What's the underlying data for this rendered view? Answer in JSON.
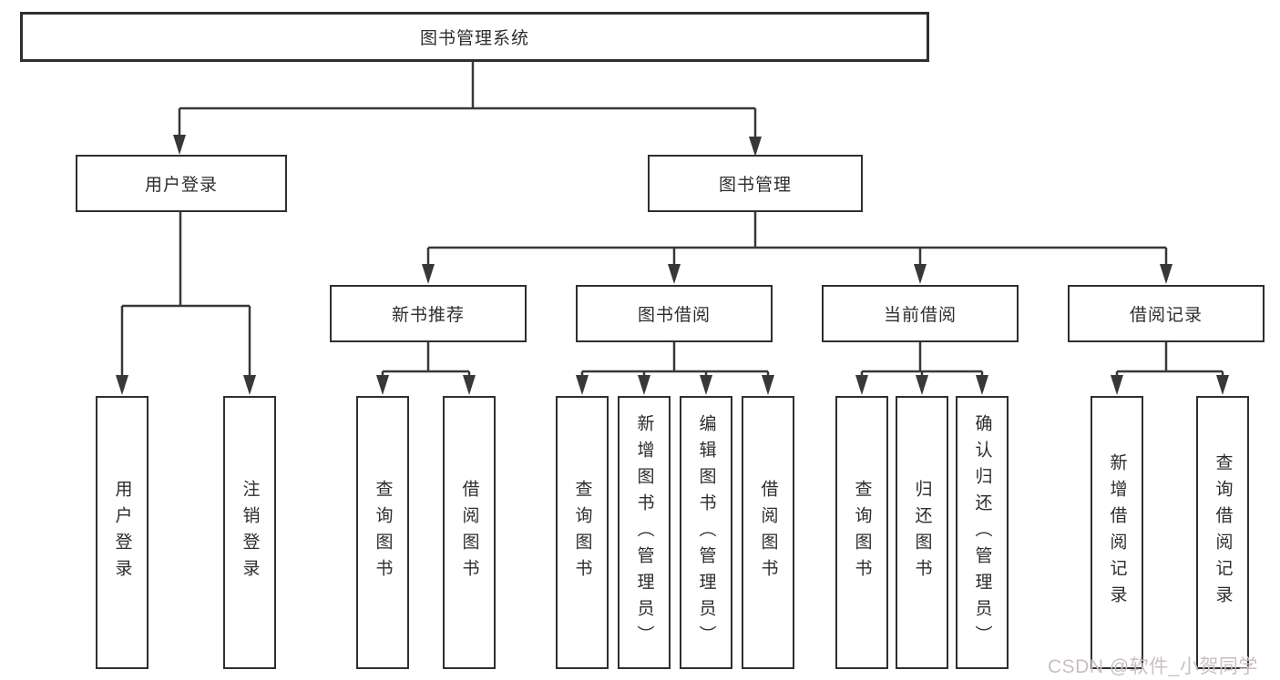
{
  "tree": {
    "root": "图书管理系统",
    "branches": [
      {
        "label": "用户登录",
        "children": [
          "用户登录",
          "注销登录"
        ]
      },
      {
        "label": "图书管理",
        "children": [
          {
            "label": "新书推荐",
            "children": [
              "查询图书",
              "借阅图书"
            ]
          },
          {
            "label": "图书借阅",
            "children": [
              "查询图书",
              "新增图书（管理员）",
              "编辑图书（管理员）",
              "借阅图书"
            ]
          },
          {
            "label": "当前借阅",
            "children": [
              "查询图书",
              "归还图书",
              "确认归还（管理员）"
            ]
          },
          {
            "label": "借阅记录",
            "children": [
              "新增借阅记录",
              "查询借阅记录"
            ]
          }
        ]
      }
    ]
  },
  "watermark": {
    "text": "CSDN @软件_小贺同学"
  },
  "colors": {
    "line": "#383838",
    "box_border": "#2f2f2f",
    "text": "#2d2d2d",
    "watermark": "#c9bfbf",
    "background": "#ffffff"
  }
}
